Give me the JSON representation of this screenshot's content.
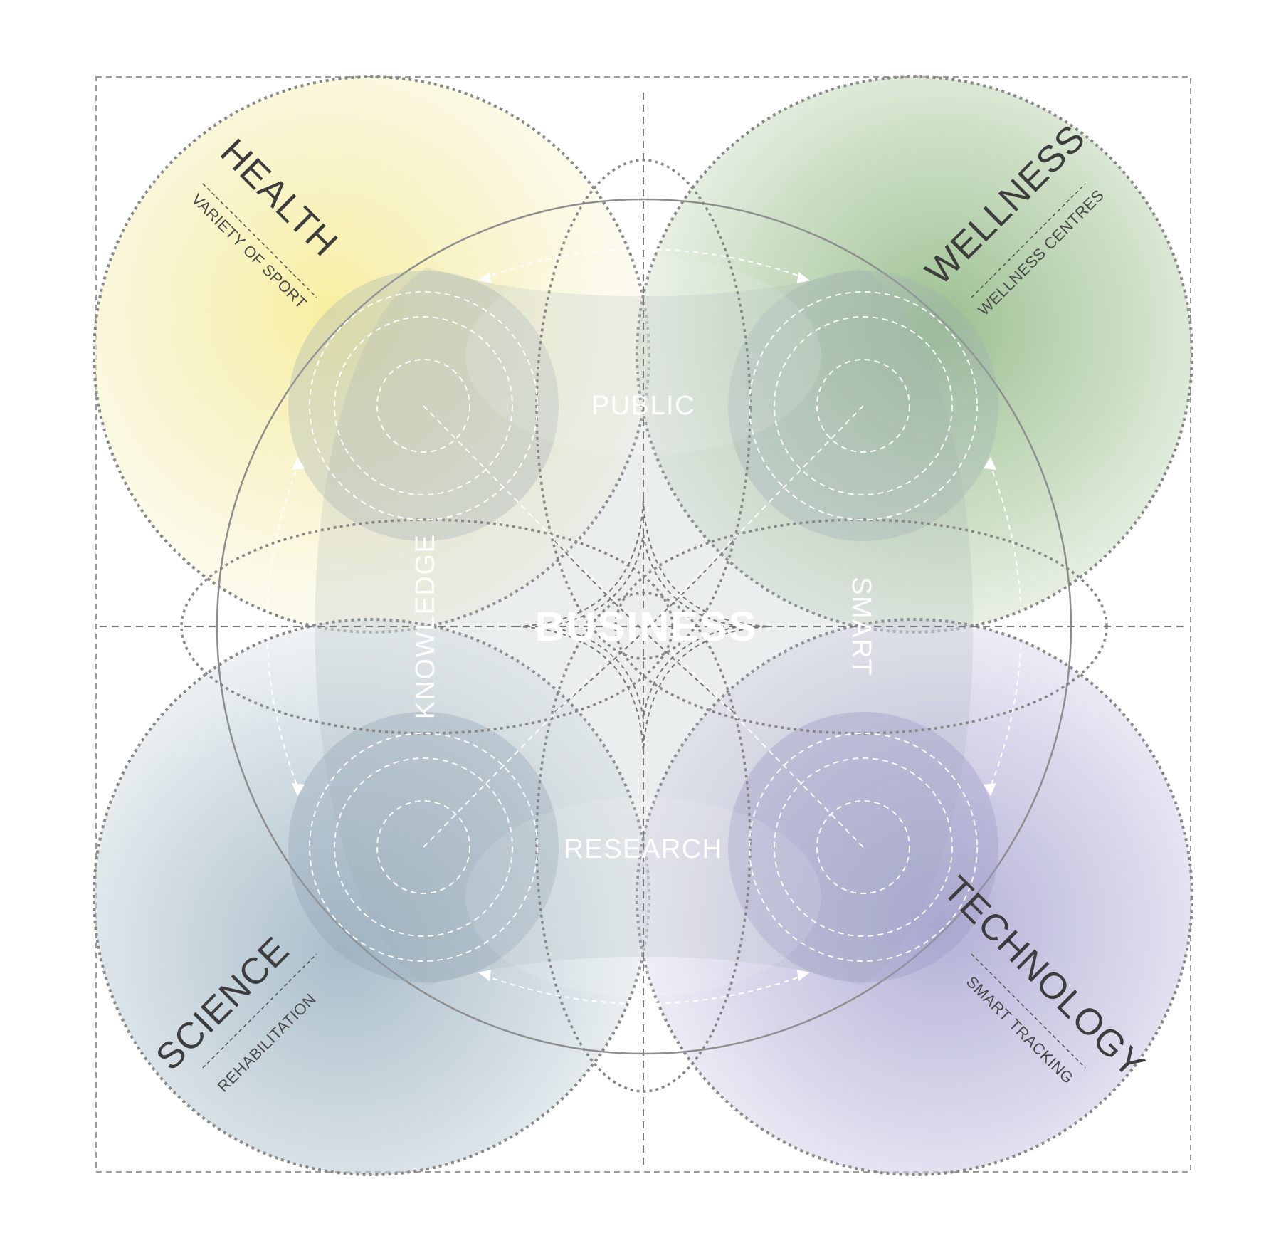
{
  "quadrants": {
    "health": {
      "title": "HEALTH",
      "subtitle": "VARIETY OF SPORT",
      "color": "#f3eca0"
    },
    "wellness": {
      "title": "WELLNESS",
      "subtitle": "WELLNESS CENTRES",
      "color": "#9cc08f"
    },
    "science": {
      "title": "SCIENCE",
      "subtitle": "REHABILITATION",
      "color": "#a5b9c6"
    },
    "technology": {
      "title": "TECHNOLOGY",
      "subtitle": "SMART TRACKING",
      "color": "#b7b5d6"
    }
  },
  "inner_labels": {
    "public": "PUBLIC",
    "knowledge": "KNOWLEDGE",
    "smart": "SMART",
    "research": "RESEARCH"
  },
  "center_label": "BUSINESS",
  "colors": {
    "outline": "#8a8a8a",
    "guide_line": "#777777",
    "connector": "#ffffff",
    "hub": "#9eafb4"
  }
}
